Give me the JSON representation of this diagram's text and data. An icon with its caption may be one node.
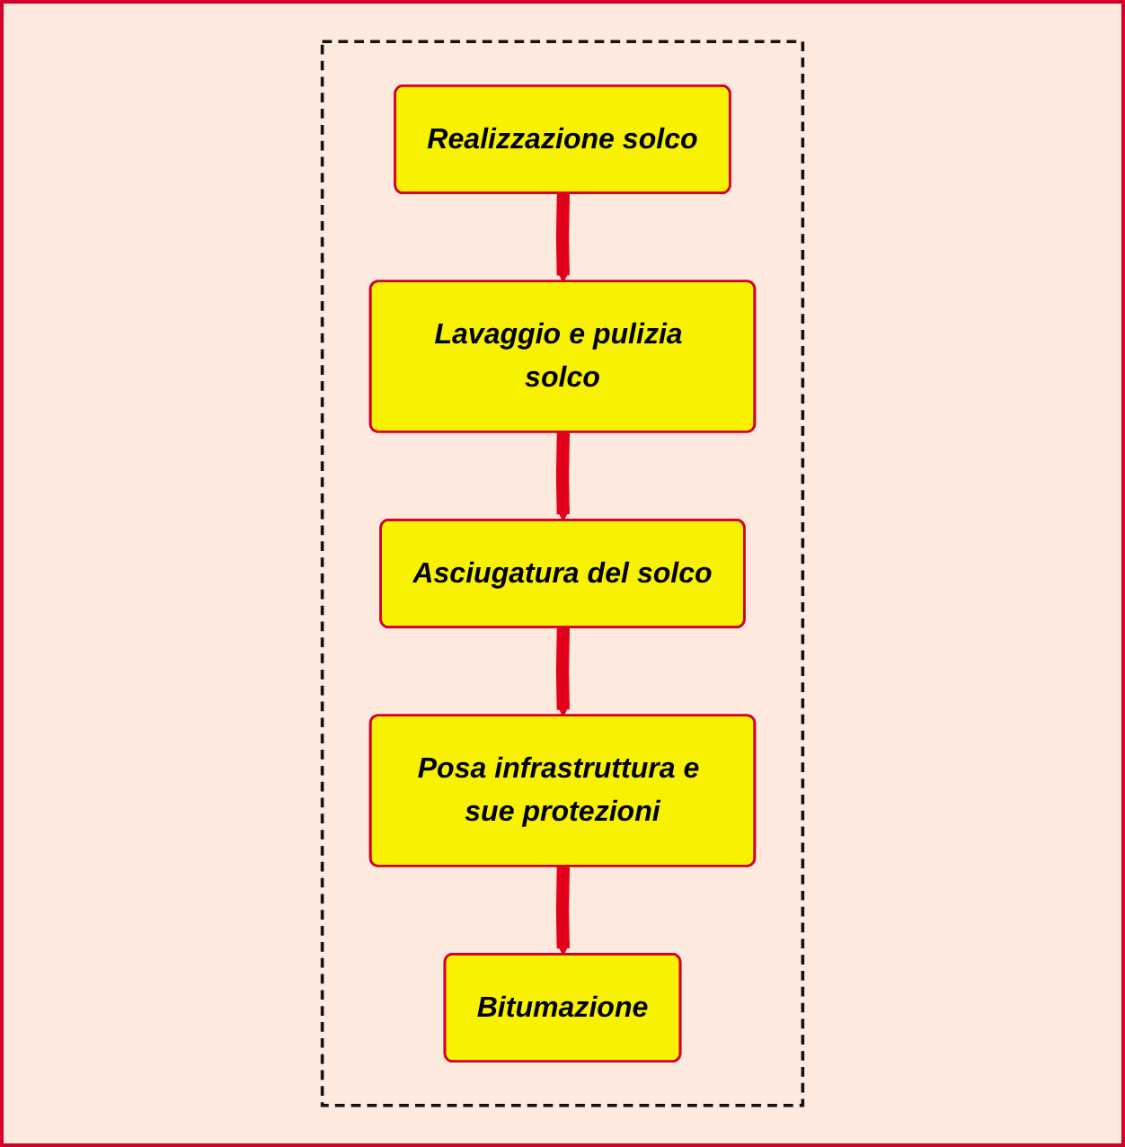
{
  "diagram": {
    "nodes": [
      {
        "text": [],
        "shape": "box"
      },
      {
        "text": [
          "Realizzazione solco"
        ],
        "in": 0
      },
      {
        "text": [
          "Lavaggio e pulizia solco"
        ],
        "in": 0
      },
      {
        "text": [
          "Asciugatura del solco"
        ],
        "in": 0
      },
      {
        "text": [
          "Posa infrastruttura e sue protezioni"
        ],
        "in": 0
      },
      {
        "text": [
          "Bitumazione"
        ],
        "in": 0
      }
    ],
    "edges": [
      {
        "from": 1,
        "to": 2,
        "arrow": "to",
        "color": "#e2001a"
      },
      {
        "from": 2,
        "to": 3,
        "arrow": "to",
        "color": "#e2001a"
      },
      {
        "from": 3,
        "to": 4,
        "arrow": "to",
        "color": "#e2001a"
      },
      {
        "from": 4,
        "to": 5,
        "arrow": "to",
        "color": "#e2001a"
      }
    ]
  }
}
